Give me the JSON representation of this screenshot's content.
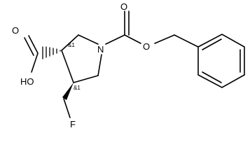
{
  "molecule": {
    "atoms": {
      "hydroxyl": "HO",
      "carboxyl_oxygen": "O",
      "ring_nitrogen": "N",
      "carbamate_carbonyl_oxygen": "O",
      "carbamate_ester_oxygen": "O",
      "fluorine": "F"
    },
    "stereo_labels": {
      "c3": "&1",
      "c4": "&1"
    }
  },
  "colors": {
    "line": "#000000",
    "background": "#ffffff"
  }
}
